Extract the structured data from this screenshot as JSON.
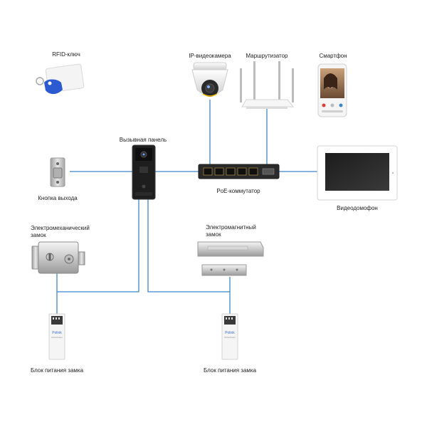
{
  "labels": {
    "rfid_key": "RFID-ключ",
    "ip_camera": "IP-видеокамера",
    "router": "Маршрутизатор",
    "smartphone": "Смартфон",
    "call_panel": "Вызывная панель",
    "exit_button": "Кнопка выхода",
    "poe_switch": "PoE-коммутатор",
    "video_intercom": "Видеодомофон",
    "electromechanical_lock_line1": "Электромеханический",
    "electromechanical_lock_line2": "замок",
    "electromagnetic_lock_line1": "Электромагнитный",
    "electromagnetic_lock_line2": "замок",
    "psu_left": "Блок питания замка",
    "psu_right": "Блок питания замка"
  },
  "device_text": {
    "psu_brand": "Polink",
    "psu_brand_sub": "Ultra Power"
  },
  "colors": {
    "wire": "#3b88c9",
    "device_dark": "#1e1e1e",
    "device_light": "#f2f2f2"
  }
}
